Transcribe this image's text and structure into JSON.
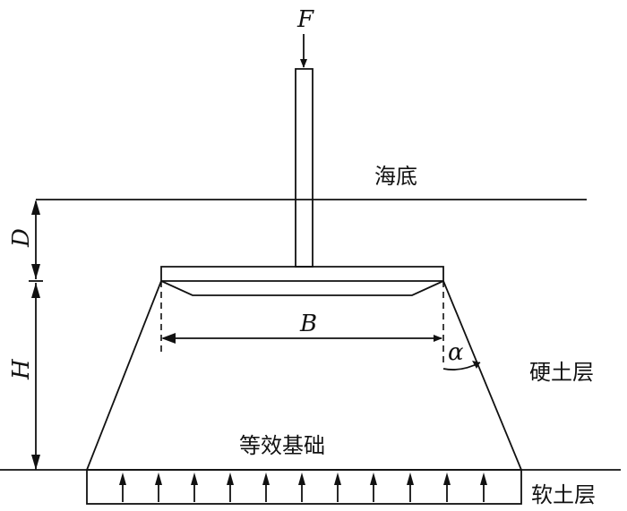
{
  "labels": {
    "force": "F",
    "seabed": "海底",
    "depth": "D",
    "height": "H",
    "width": "B",
    "angle": "α",
    "hard_layer": "硬土层",
    "equivalent_foundation": "等效基础",
    "soft_layer": "软土层"
  }
}
